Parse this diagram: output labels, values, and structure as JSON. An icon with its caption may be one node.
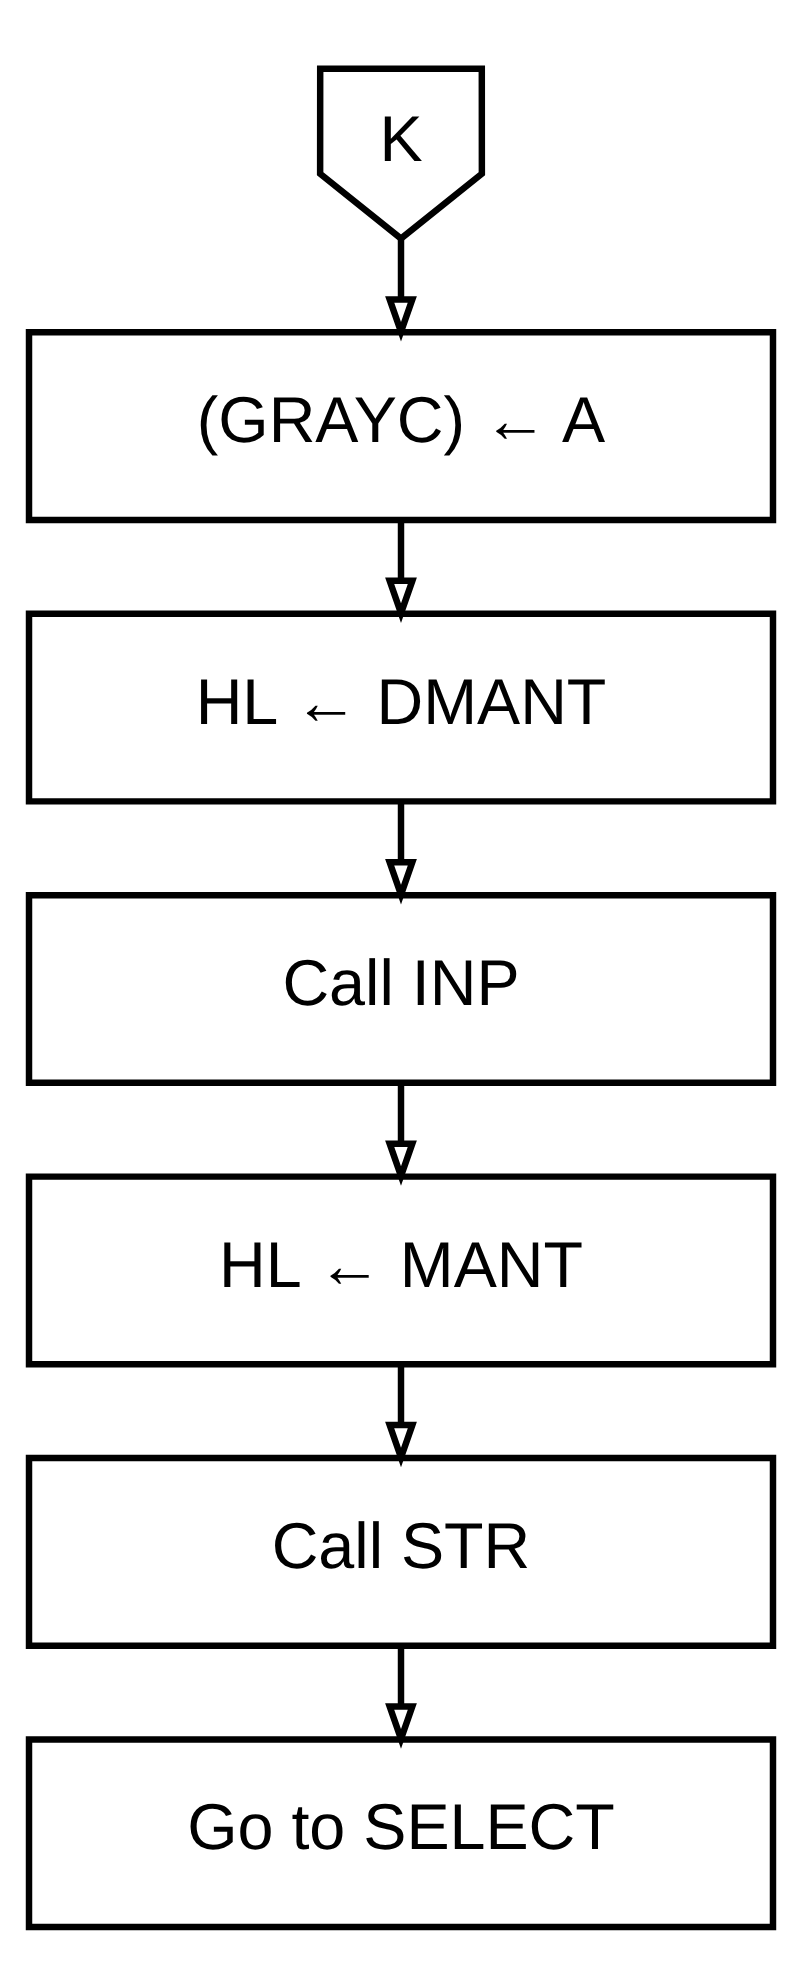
{
  "diagram": {
    "nodes": [
      {
        "text": [
          "K"
        ]
      },
      {
        "text": [
          "(GRAYC) ← A"
        ]
      },
      {
        "text": [
          "HL ← DMANT"
        ]
      },
      {
        "text": [
          "Call INP"
        ]
      },
      {
        "text": [
          "HL ← MANT"
        ]
      },
      {
        "text": [
          "Call STR"
        ]
      },
      {
        "text": [
          "Go to SELECT"
        ]
      }
    ],
    "edges": [
      {
        "from": 0,
        "to": 1,
        "arrow": "to"
      },
      {
        "from": 1,
        "to": 2,
        "arrow": "to"
      },
      {
        "from": 2,
        "to": 3,
        "arrow": "to"
      },
      {
        "from": 3,
        "to": 4,
        "arrow": "to"
      },
      {
        "from": 4,
        "to": 5,
        "arrow": "to"
      },
      {
        "from": 5,
        "to": 6,
        "arrow": "to"
      }
    ]
  }
}
